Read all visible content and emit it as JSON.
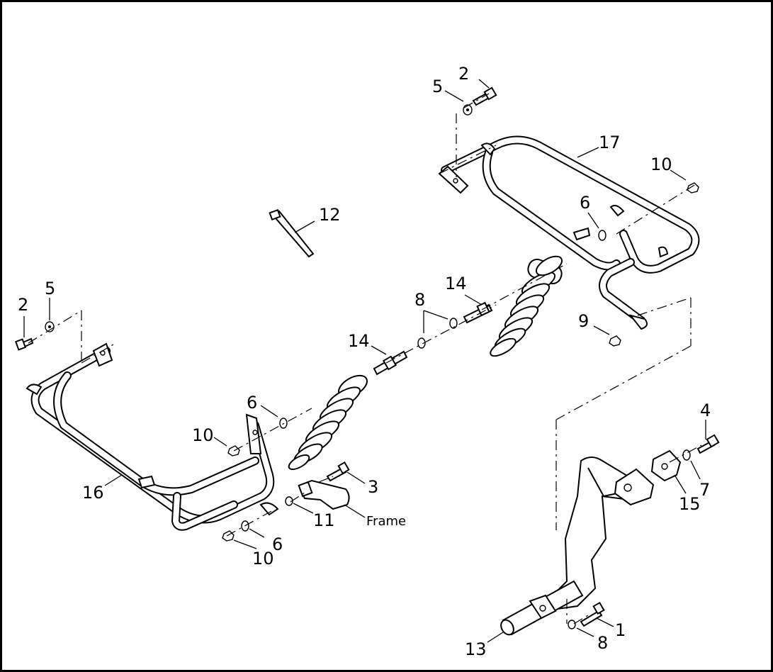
{
  "diagram": {
    "callouts": {
      "c1": "1",
      "c2_top": "2",
      "c2_left": "2",
      "c3": "3",
      "c4": "4",
      "c5_top": "5",
      "c5_left": "5",
      "c6_right": "6",
      "c6_mid": "6",
      "c6_low": "6",
      "c7": "7",
      "c8_mid": "8",
      "c8_low": "8",
      "c9": "9",
      "c10_top": "10",
      "c10_mid": "10",
      "c10_low": "10",
      "c11": "11",
      "c12": "12",
      "c13": "13",
      "c14_upper": "14",
      "c14_lower": "14",
      "c15": "15",
      "c16": "16",
      "c17": "17"
    },
    "frame_label": "Frame"
  }
}
